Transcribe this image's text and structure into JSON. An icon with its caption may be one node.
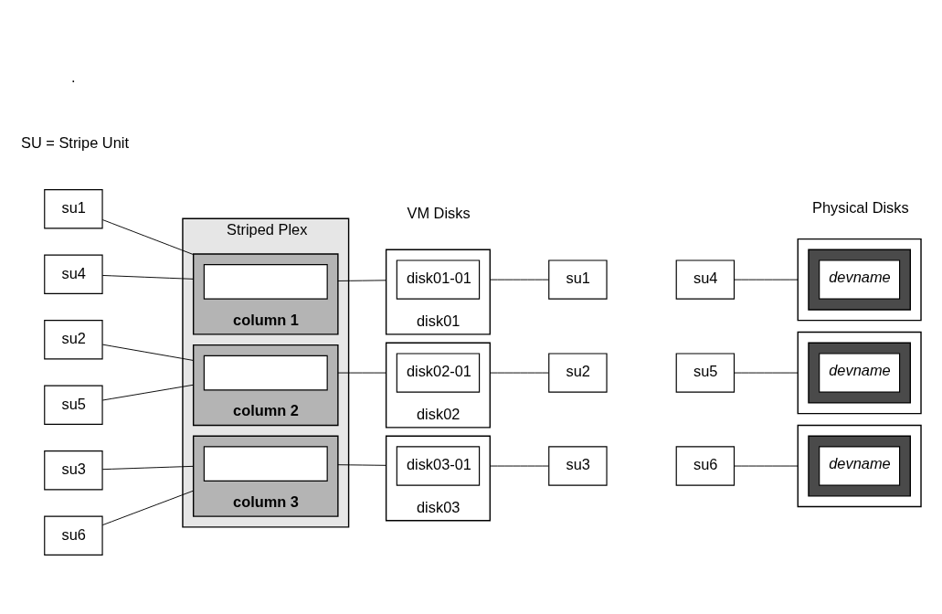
{
  "diagram": {
    "nodes": [
      {
        "text": [
          "su1"
        ]
      },
      {
        "text": [
          "su2"
        ]
      },
      {
        "text": [
          "su3"
        ]
      },
      {
        "text": [
          "su4"
        ]
      },
      {
        "text": [
          "su5"
        ]
      },
      {
        "text": [
          "su6"
        ]
      },
      {
        "text": [
          "Striped Plex"
        ]
      },
      {
        "text": [
          "column 1"
        ],
        "in": 6
      },
      {
        "text": [],
        "shape": "box",
        "in": 7
      },
      {
        "text": [
          "column 2"
        ],
        "in": 6
      },
      {
        "text": [],
        "shape": "box",
        "in": 9
      },
      {
        "text": [
          "column 3"
        ],
        "in": 6
      },
      {
        "text": [],
        "shape": "box",
        "in": 11
      },
      {
        "text": [
          "disk01"
        ]
      },
      {
        "text": [
          "disk01-01"
        ],
        "in": 13
      },
      {
        "text": [
          "disk02"
        ]
      },
      {
        "text": [
          "disk02-01"
        ],
        "in": 15
      },
      {
        "text": [
          "disk03"
        ]
      },
      {
        "text": [
          "disk03-01"
        ],
        "in": 17
      },
      {
        "text": [
          "su1"
        ]
      },
      {
        "text": [
          "su4"
        ]
      },
      {
        "text": [
          "su2"
        ]
      },
      {
        "text": [
          "su5"
        ]
      },
      {
        "text": [
          "su3"
        ]
      },
      {
        "text": [
          "su6"
        ]
      },
      {
        "text": [],
        "shape": "box"
      },
      {
        "text": [],
        "shape": "box",
        "in": 25
      },
      {
        "text": [
          "devname"
        ],
        "in": 26
      },
      {
        "text": [],
        "shape": "box"
      },
      {
        "text": [],
        "shape": "box",
        "in": 28
      },
      {
        "text": [
          "devname"
        ],
        "in": 29
      },
      {
        "text": [],
        "shape": "box"
      },
      {
        "text": [],
        "shape": "box",
        "in": 31
      },
      {
        "text": [
          "devname"
        ],
        "in": 32
      }
    ],
    "edges": [
      {
        "from": 0,
        "to": 7,
        "arrow": "none"
      },
      {
        "from": 3,
        "to": 7,
        "arrow": "none"
      },
      {
        "from": 1,
        "to": 9,
        "arrow": "none"
      },
      {
        "from": 4,
        "to": 9,
        "arrow": "none"
      },
      {
        "from": 2,
        "to": 11,
        "arrow": "none"
      },
      {
        "from": 5,
        "to": 11,
        "arrow": "none"
      },
      {
        "from": 7,
        "to": 13,
        "arrow": "none"
      },
      {
        "from": 9,
        "to": 15,
        "arrow": "none"
      },
      {
        "from": 11,
        "to": 17,
        "arrow": "none"
      },
      {
        "from": 13,
        "to": 19,
        "arrow": "none"
      },
      {
        "from": 15,
        "to": 21,
        "arrow": "none"
      },
      {
        "from": 17,
        "to": 23,
        "arrow": "none"
      },
      {
        "from": 20,
        "to": 25,
        "arrow": "none"
      },
      {
        "from": 22,
        "to": 28,
        "arrow": "none"
      },
      {
        "from": 24,
        "to": 31,
        "arrow": "none"
      }
    ],
    "labels": [
      "SU = Stripe Unit",
      "VM Disks",
      "Physical Disks",
      "."
    ]
  }
}
